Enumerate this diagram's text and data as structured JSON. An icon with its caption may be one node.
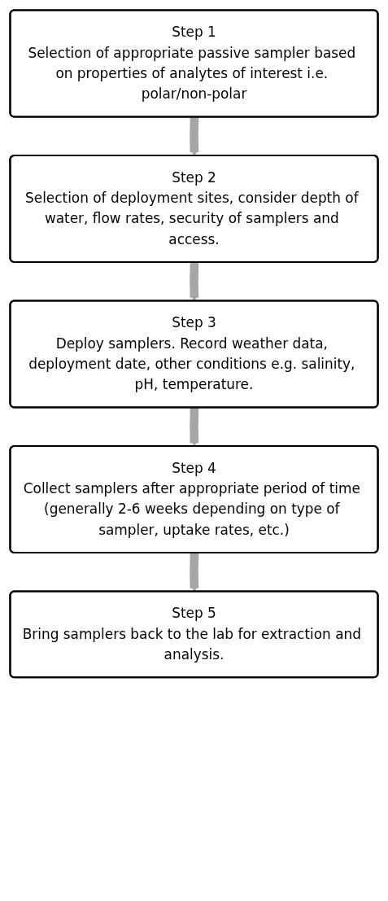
{
  "diagram": {
    "nodes": [
      {
        "text": [
          "Step 1",
          "Selection of appropriate passive sampler based on properties of analytes of interest i.e. polar/non-polar"
        ]
      },
      {
        "text": [
          "Step 2",
          "Selection of deployment sites, consider depth of water, flow rates, security of samplers and access."
        ]
      },
      {
        "text": [
          "Step 3",
          "Deploy samplers. Record weather data, deployment date, other conditions e.g. salinity, pH, temperature."
        ]
      },
      {
        "text": [
          "Step 4",
          "Collect samplers after appropriate period of time (generally 2-6 weeks depending on type of sampler, uptake rates, etc.)"
        ]
      },
      {
        "text": [
          "Step 5",
          "Bring samplers back to the lab for extraction and analysis."
        ]
      }
    ],
    "edges": [
      {
        "from": 0,
        "to": 1,
        "arrow": "to"
      },
      {
        "from": 1,
        "to": 2,
        "arrow": "to"
      },
      {
        "from": 2,
        "to": 3,
        "arrow": "to"
      },
      {
        "from": 3,
        "to": 4,
        "arrow": "to"
      }
    ]
  }
}
